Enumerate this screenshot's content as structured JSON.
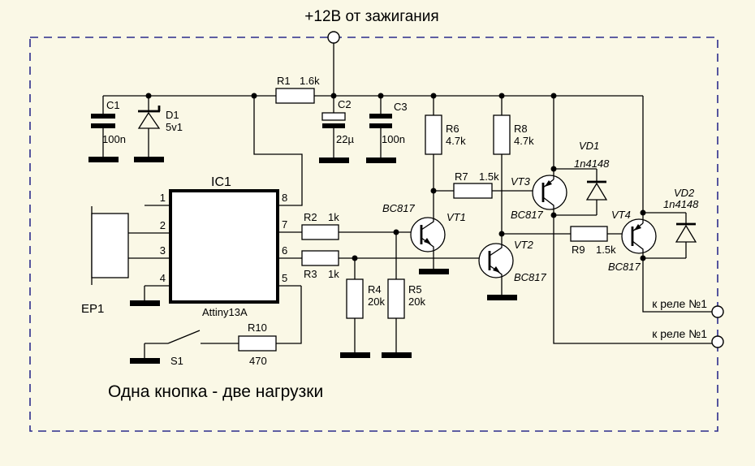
{
  "title": "+12В от зажигания",
  "caption": "Одна кнопка - две нагрузки",
  "colors": {
    "background": "#faf8e6",
    "border": "#2b2b8c",
    "wire": "#000000"
  },
  "terminals": {
    "relay_a": "к реле №1",
    "relay_b": "к реле №1"
  },
  "ic": {
    "ref": "IC1",
    "part": "Attiny13A",
    "pins": {
      "p1": "1",
      "p2": "2",
      "p3": "3",
      "p4": "4",
      "p5": "5",
      "p6": "6",
      "p7": "7",
      "p8": "8"
    }
  },
  "connector": {
    "ref": "EP1"
  },
  "switch": {
    "ref": "S1"
  },
  "resistors": {
    "r1": {
      "ref": "R1",
      "value": "1.6k"
    },
    "r2": {
      "ref": "R2",
      "value": "1k"
    },
    "r3": {
      "ref": "R3",
      "value": "1k"
    },
    "r4": {
      "ref": "R4",
      "value": "20k"
    },
    "r5": {
      "ref": "R5",
      "value": "20k"
    },
    "r6": {
      "ref": "R6",
      "value": "4.7k"
    },
    "r7": {
      "ref": "R7",
      "value": "1.5k"
    },
    "r8": {
      "ref": "R8",
      "value": "4.7k"
    },
    "r9": {
      "ref": "R9",
      "value": "1.5k"
    },
    "r10": {
      "ref": "R10",
      "value": "470"
    }
  },
  "capacitors": {
    "c1": {
      "ref": "C1",
      "value": "100n"
    },
    "c2": {
      "ref": "C2",
      "value": "22µ"
    },
    "c3": {
      "ref": "C3",
      "value": "100n"
    }
  },
  "diodes": {
    "d1": {
      "ref": "D1",
      "value": "5v1"
    },
    "vd1": {
      "ref": "VD1",
      "value": "1n4148"
    },
    "vd2": {
      "ref": "VD2",
      "value": "1n4148"
    }
  },
  "transistors": {
    "vt1": {
      "ref": "VT1",
      "part": "BC817"
    },
    "vt2": {
      "ref": "VT2",
      "part": "BC817"
    },
    "vt3": {
      "ref": "VT3",
      "part": "BC817"
    },
    "vt4": {
      "ref": "VT4",
      "part": "BC817"
    }
  }
}
